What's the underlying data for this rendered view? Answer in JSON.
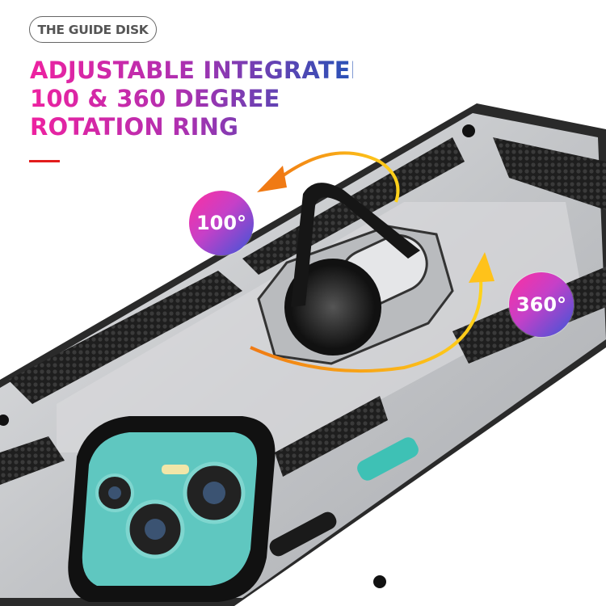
{
  "tag": "THE GUIDE DISK",
  "headline": [
    "ADJUSTABLE INTEGRATED",
    "100 & 360 DEGREE",
    "ROTATION RING"
  ],
  "badges": {
    "left": "100°",
    "right": "360°"
  },
  "colors": {
    "gradient_start": "#ee22a0",
    "gradient_end": "#2752b6",
    "accent_rule": "#e21c1c",
    "case": "#c8cacc",
    "lens_ring": "#5fc7c0",
    "arrow": "#f5b21a"
  }
}
